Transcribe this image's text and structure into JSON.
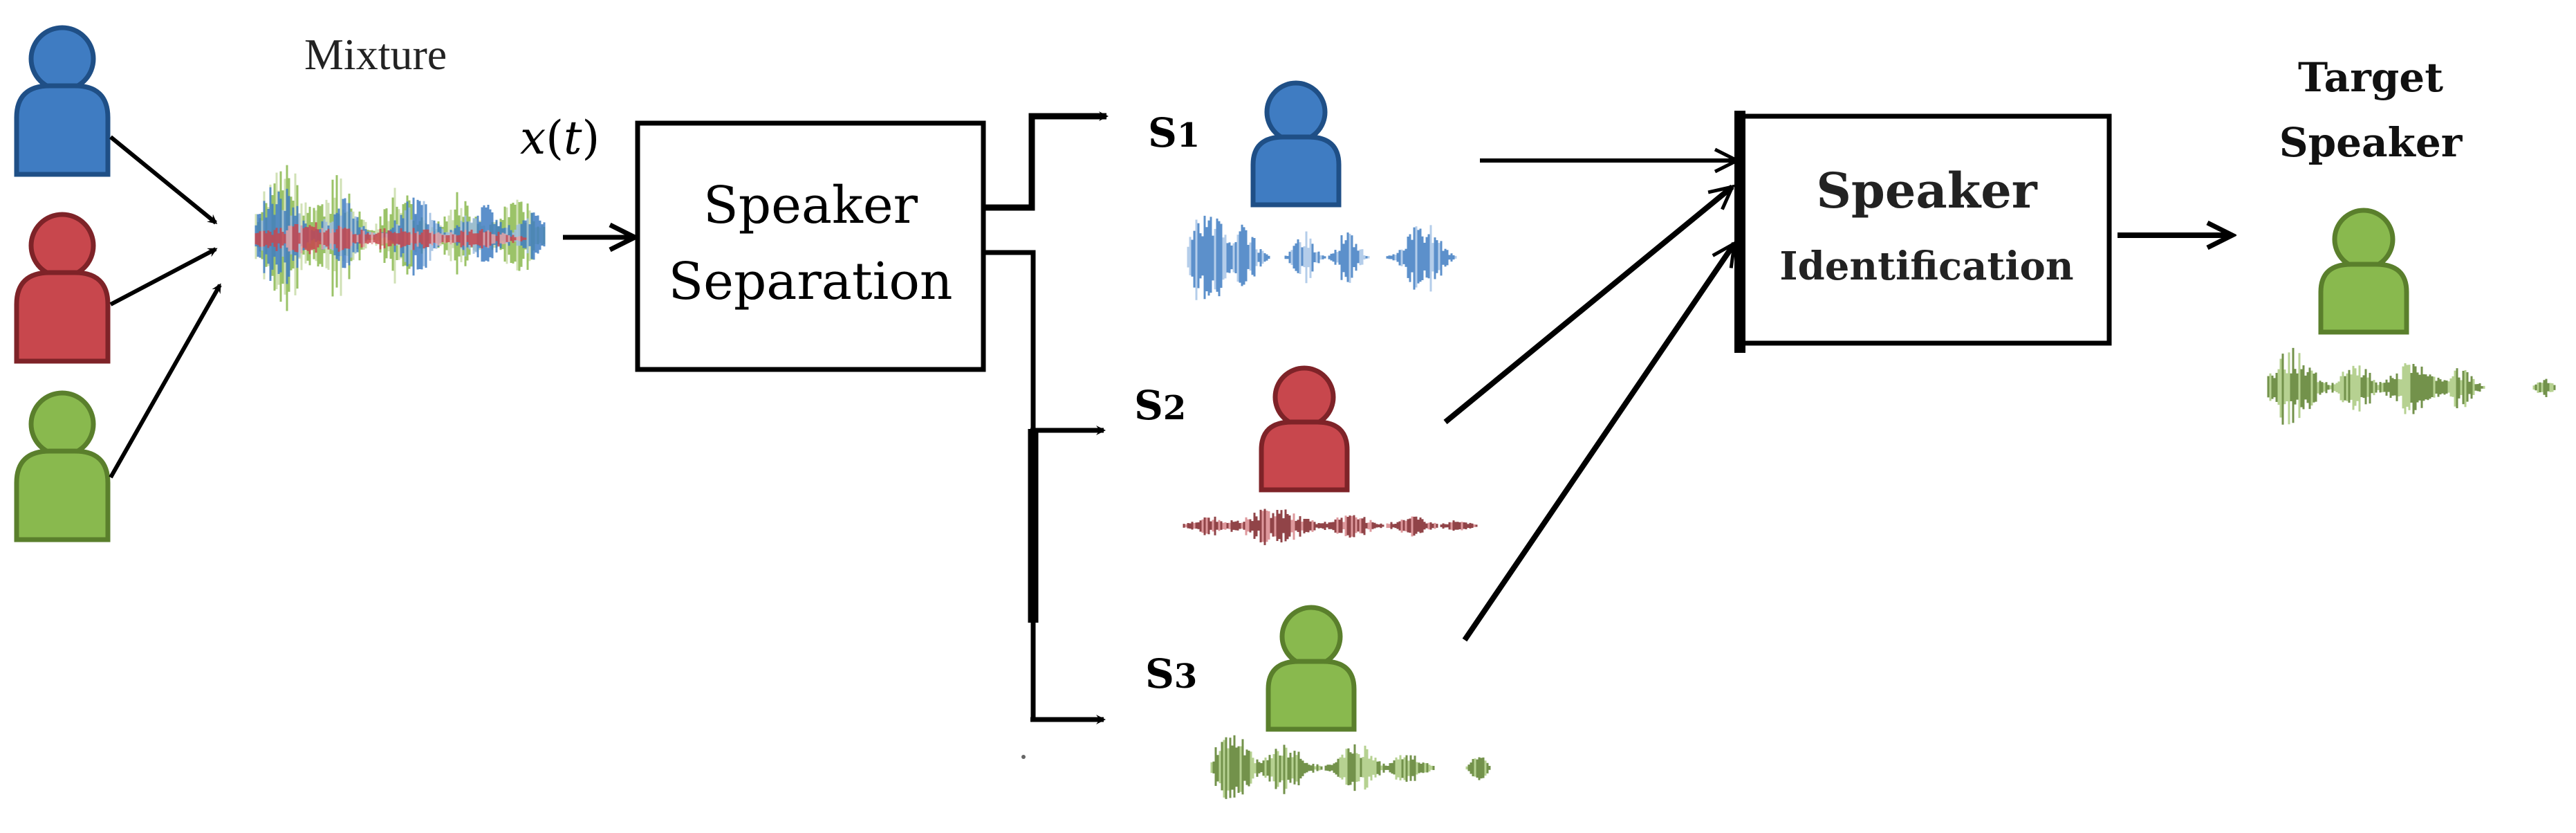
{
  "colors": {
    "blue": "#3f7cc2",
    "blue_dark": "#1f4f86",
    "red": "#c8474d",
    "red_dark": "#7e2328",
    "green": "#89b94e",
    "green_dark": "#5a7f2c",
    "ink": "#000000"
  },
  "icons": {
    "speaker": "person-icon",
    "waveform": "waveform-icon"
  },
  "labels": {
    "mixture": "Mixture",
    "signal_var": "x",
    "signal_arg": "t",
    "separation_line1": "Speaker",
    "separation_line2": "Separation",
    "s1": "S",
    "s1_sub": "1",
    "s2": "S",
    "s2_sub": "2",
    "s3": "S",
    "s3_sub": "3",
    "identification_line1": "Speaker",
    "identification_line2": "Identification",
    "target_line1": "Target",
    "target_line2": "Speaker"
  }
}
